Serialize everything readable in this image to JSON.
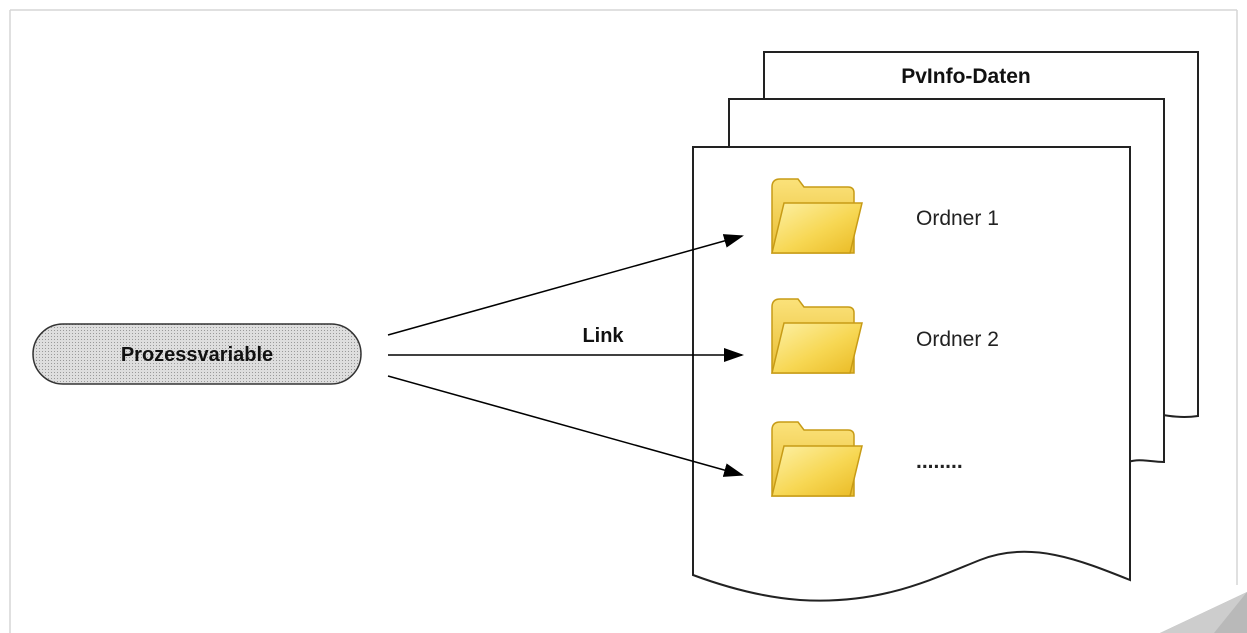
{
  "source": {
    "label": "Prozessvariable"
  },
  "link_label": "Link",
  "document_stack": {
    "title": "PvInfo-Daten",
    "folders": [
      {
        "label": "Ordner 1",
        "icon": "folder-icon"
      },
      {
        "label": "Ordner 2",
        "icon": "folder-icon"
      },
      {
        "label": "........",
        "icon": "folder-icon"
      }
    ]
  },
  "colors": {
    "pill_fill": "#d4d4d4",
    "pill_stroke": "#333333",
    "page_stroke": "#222222",
    "folder_fill": "#f6d34e",
    "folder_light": "#fcee9a",
    "folder_stroke": "#c9a21a",
    "page_curl": "#b5b5b5",
    "frame": "#cfcfcf"
  }
}
